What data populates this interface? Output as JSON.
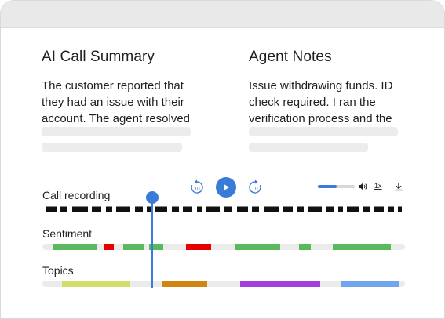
{
  "summary": {
    "title": "AI Call Summary",
    "text": "The customer reported that\nthey had an issue with their\naccount. The agent resolved"
  },
  "notes": {
    "title": "Agent Notes",
    "text": "Issue withdrawing funds. ID\ncheck required. I ran the\nverification process and the"
  },
  "player": {
    "rewind_label": "10",
    "forward_label": "10",
    "volume_fraction": 0.5,
    "speed_label": "1x",
    "icons": [
      "rewind-10-icon",
      "play-icon",
      "forward-10-icon",
      "volume-icon",
      "download-icon"
    ]
  },
  "tracks": {
    "recording_label": "Call recording",
    "sentiment_label": "Sentiment",
    "topics_label": "Topics"
  },
  "colors": {
    "accent": "#3b7bd8",
    "positive": "#5cb85c",
    "negative": "#e60000",
    "topic_1": "#d4dc6a",
    "topic_2": "#d1840f",
    "topic_3": "#a23ee0",
    "topic_4": "#6fa6ee"
  }
}
